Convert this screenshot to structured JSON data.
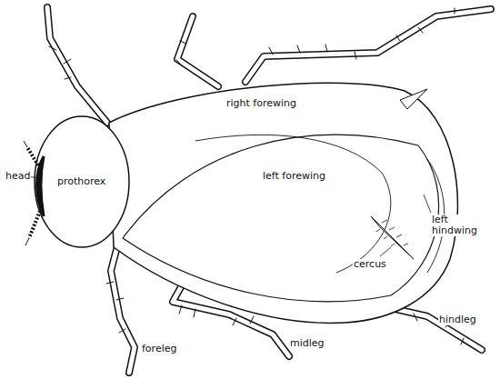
{
  "diagram": {
    "labels": [
      "head",
      "prothorex",
      "right forewing",
      "left forewing",
      "left hindwing",
      "cercus",
      "foreleg",
      "midleg",
      "hindleg"
    ]
  }
}
